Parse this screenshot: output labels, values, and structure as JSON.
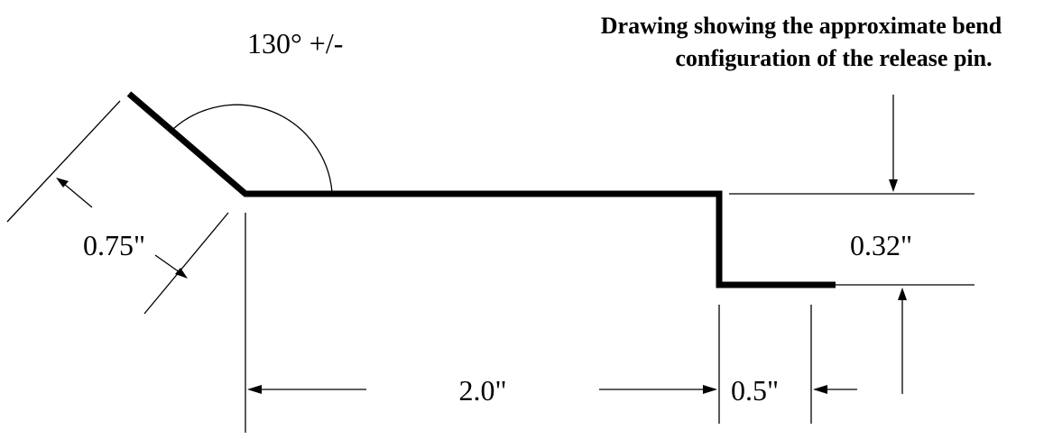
{
  "title": {
    "line1": "Drawing showing the approximate bend",
    "line2": "configuration of the release pin."
  },
  "annotations": {
    "angle": "130° +/-",
    "bend_leg_length": "0.75\"",
    "main_length": "2.0\"",
    "tail_length": "0.5\"",
    "offset_height": "0.32\""
  },
  "colors": {
    "ink": "#000000",
    "background": "#ffffff"
  }
}
